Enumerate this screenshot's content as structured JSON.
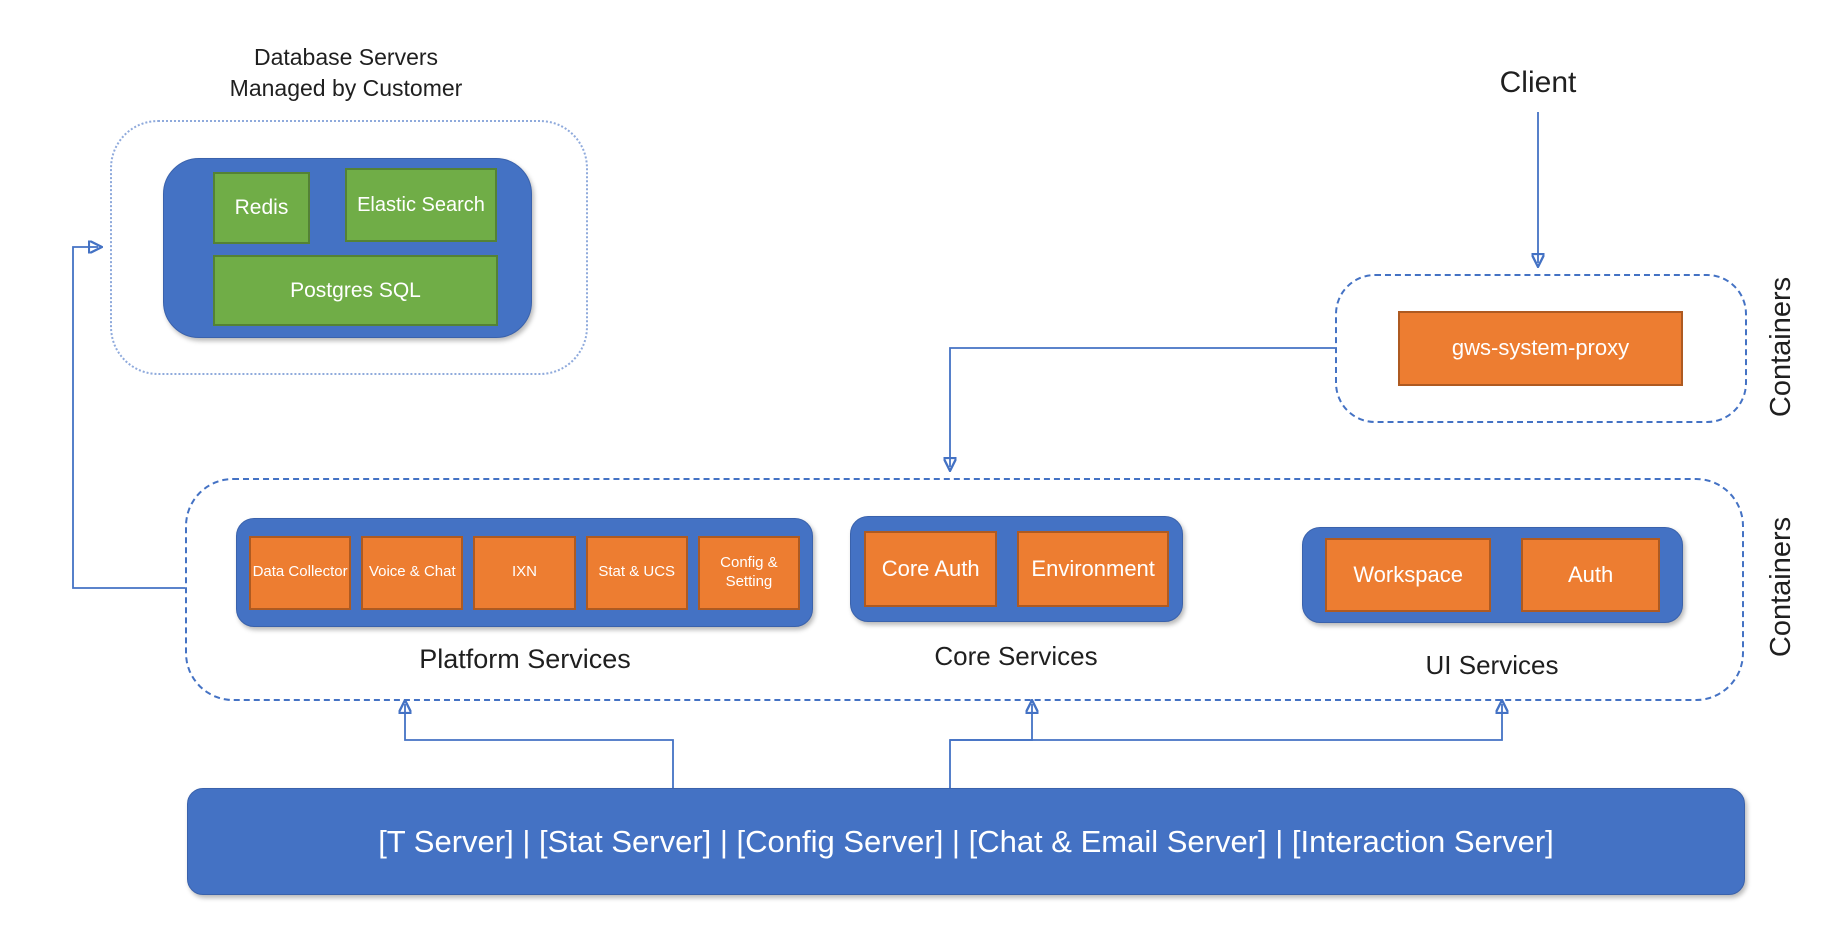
{
  "colors": {
    "blue_fill": "#4472C4",
    "green_fill": "#70AD47",
    "green_border": "#548235",
    "orange_fill": "#ED7D31",
    "orange_border": "#AE5A21",
    "connector_blue": "#4472C4",
    "dotted_boundary": "#8FAADC",
    "text_dark": "#1F1F1F",
    "node_text": "#FFFFFF"
  },
  "database_section": {
    "title_line1": "Database Servers",
    "title_line2": "Managed by Customer",
    "nodes": [
      "Redis",
      "Elastic Search",
      "Postgres SQL"
    ]
  },
  "client": {
    "label": "Client"
  },
  "proxy_section": {
    "container_label": "Containers",
    "node": "gws-system-proxy"
  },
  "services_section": {
    "container_label": "Containers",
    "groups": [
      {
        "label": "Platform Services",
        "nodes": [
          "Data Collector",
          "Voice & Chat",
          "IXN",
          "Stat & UCS",
          "Config & Setting"
        ]
      },
      {
        "label": "Core Services",
        "nodes": [
          "Core Auth",
          "Environment"
        ]
      },
      {
        "label": "UI Services",
        "nodes": [
          "Workspace",
          "Auth"
        ]
      }
    ]
  },
  "backend_bar": {
    "label": "[T Server] | [Stat Server] | [Config Server] | [Chat & Email Server] | [Interaction Server]"
  }
}
